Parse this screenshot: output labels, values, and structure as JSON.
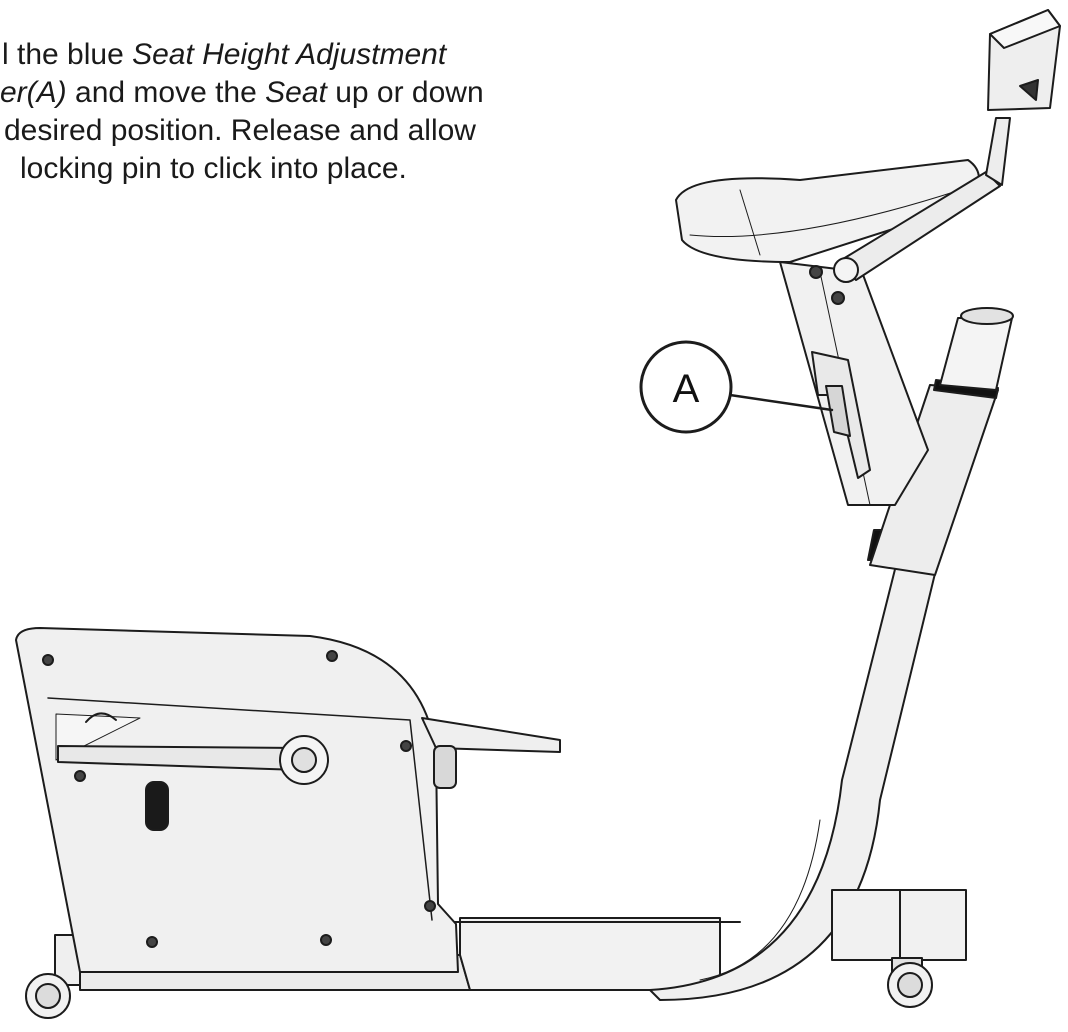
{
  "instructions": {
    "line1_plain": "l the blue ",
    "line1_italic": "Seat Height Adjustment",
    "line2_italic": "er(A)",
    "line2_plain_a": " and move the ",
    "line2_italic_b": "Seat",
    "line2_plain_b": " up or down",
    "line3": "desired position. Release and allow",
    "line4": "locking pin to click into place."
  },
  "callout": {
    "label": "A"
  },
  "colors": {
    "line": "#1c1c1c",
    "fill_light": "#f4f4f4",
    "fill_mid": "#e6e6e6",
    "fill_dark": "#cfcfcf"
  }
}
